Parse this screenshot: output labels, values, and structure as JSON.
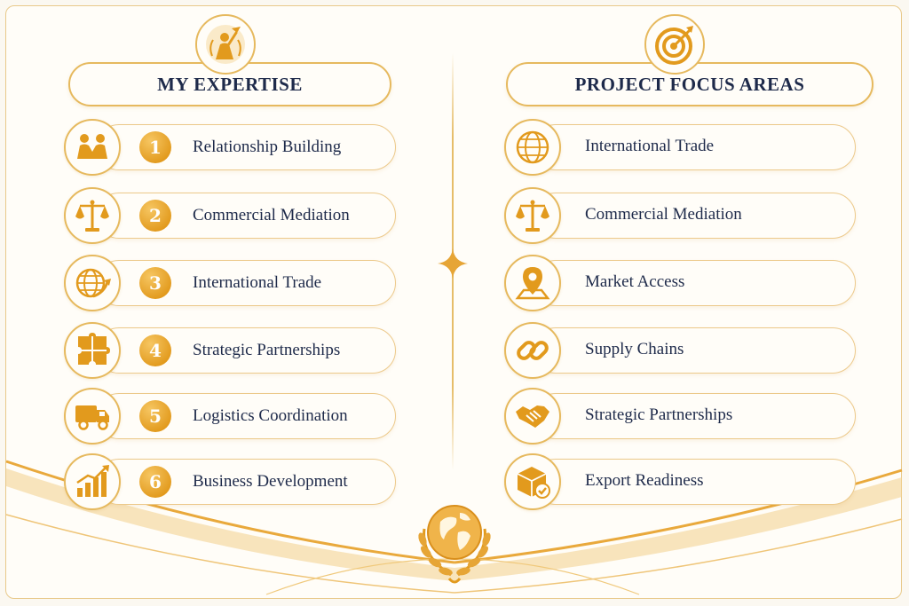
{
  "expertise": {
    "title": "MY EXPERTISE",
    "header_icon": "graduate-achievement-icon",
    "items": [
      {
        "num": "1",
        "label": "Relationship Building",
        "icon": "handshake-people-icon"
      },
      {
        "num": "2",
        "label": "Commercial Mediation",
        "icon": "scales-icon"
      },
      {
        "num": "3",
        "label": "International Trade",
        "icon": "globe-arrow-icon"
      },
      {
        "num": "4",
        "label": "Strategic Partnerships",
        "icon": "puzzle-icon"
      },
      {
        "num": "5",
        "label": "Logistics Coordination",
        "icon": "truck-icon"
      },
      {
        "num": "6",
        "label": "Business Development",
        "icon": "growth-chart-icon"
      }
    ]
  },
  "focus": {
    "title": "PROJECT FOCUS AREAS",
    "header_icon": "target-icon",
    "items": [
      {
        "label": "International Trade",
        "icon": "globe-icon"
      },
      {
        "label": "Commercial Mediation",
        "icon": "scales-icon"
      },
      {
        "label": "Market Access",
        "icon": "map-pin-icon"
      },
      {
        "label": "Supply Chains",
        "icon": "chain-link-icon"
      },
      {
        "label": "Strategic Partnerships",
        "icon": "handshake-icon"
      },
      {
        "label": "Export Readiness",
        "icon": "package-check-icon"
      }
    ]
  },
  "decor": {
    "center_icon": "sparkle-icon",
    "footer_icon": "globe-laurel-icon",
    "accent_color": "#e6a536",
    "text_color": "#1e2a4a"
  }
}
